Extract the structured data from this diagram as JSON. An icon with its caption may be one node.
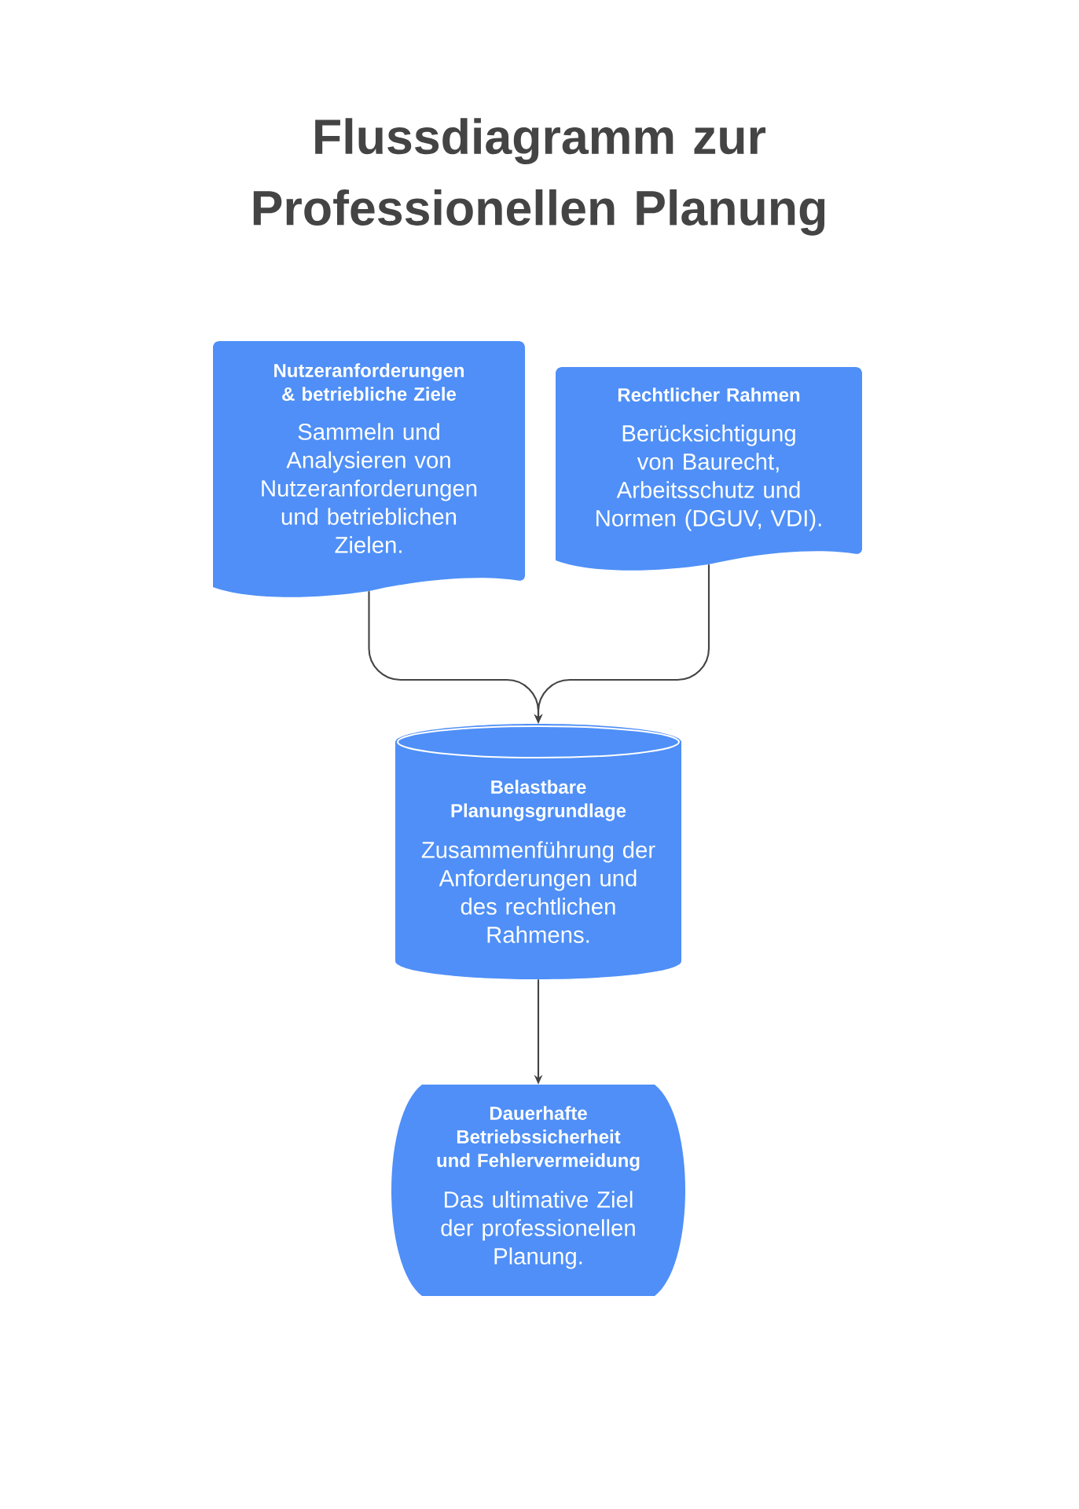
{
  "diagram": {
    "title": "Flussdiagramm zur Professionellen Planung",
    "nodes": [
      {
        "text": [
          "Nutzeranforderungen & betriebliche Ziele",
          "Sammeln und Analysieren von Nutzeranforderungen und betrieblichen Zielen."
        ]
      },
      {
        "text": [
          "Rechtlicher Rahmen",
          "Berücksichtigung von Baurecht, Arbeitsschutz und Normen (DGUV, VDI)."
        ]
      },
      {
        "text": [
          "Belastbare Planungsgrundlage",
          "Zusammenführung der Anforderungen und des rechtlichen Rahmens."
        ]
      },
      {
        "text": [
          "Dauerhafte Betriebssicherheit und Fehlervermeidung",
          "Das ultimative Ziel der professionellen Planung."
        ]
      }
    ],
    "edges": [
      {
        "from": 0,
        "to": 2,
        "arrow": "to"
      },
      {
        "from": 1,
        "to": 2,
        "arrow": "to"
      },
      {
        "from": 2,
        "to": 3,
        "arrow": "to"
      }
    ]
  }
}
